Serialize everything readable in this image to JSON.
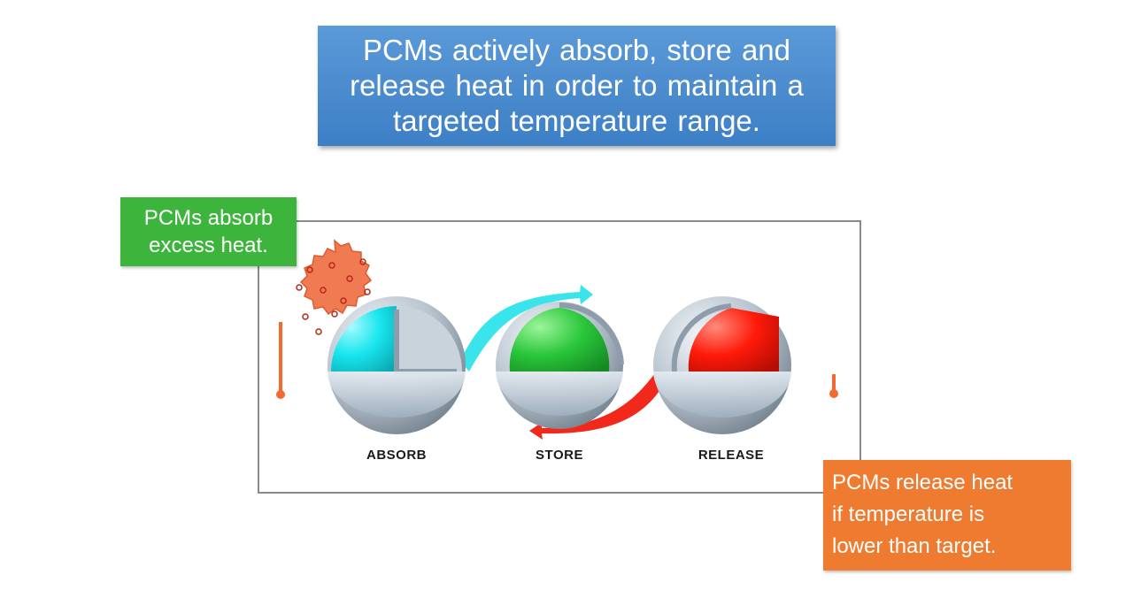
{
  "headline": {
    "text": "PCMs actively absorb, store and release heat in order to maintain a targeted temperature range."
  },
  "callouts": {
    "absorb": "PCMs absorb\nexcess heat.",
    "release": "PCMs release heat\nif temperature is\nlower than target."
  },
  "stages": [
    {
      "label": "ABSORB",
      "core_color": "#19e6ee"
    },
    {
      "label": "STORE",
      "core_color": "#2ac63a"
    },
    {
      "label": "RELEASE",
      "core_color": "#ff1a0a"
    }
  ],
  "colors": {
    "headline_bg": "#4a8dd0",
    "absorb_callout": "#3db53d",
    "release_callout": "#ee7b30",
    "heat_blob": "#f07a52",
    "cold_arrow": "#2fe3ea",
    "warm_arrow": "#f01c10",
    "thermometer": "#f26a30"
  },
  "icons": {
    "heat": "heat-blob-icon",
    "thermometer": "thermometer-icon"
  }
}
